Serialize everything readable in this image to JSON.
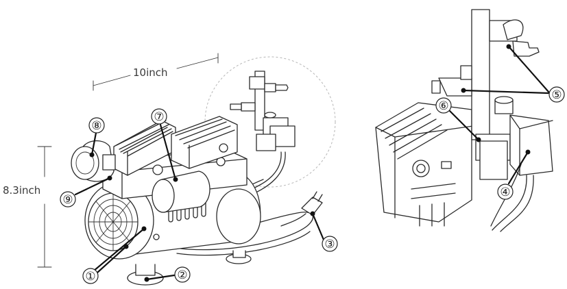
{
  "dimensions": {
    "width_label": "10inch",
    "height_label": "8.3inch"
  },
  "callouts": [
    {
      "id": "1",
      "label": "①"
    },
    {
      "id": "2",
      "label": "②"
    },
    {
      "id": "3",
      "label": "③"
    },
    {
      "id": "4",
      "label": "④"
    },
    {
      "id": "5",
      "label": "⑤"
    },
    {
      "id": "6",
      "label": "⑥"
    },
    {
      "id": "7",
      "label": "⑦"
    },
    {
      "id": "8",
      "label": "⑧"
    },
    {
      "id": "9",
      "label": "⑨"
    }
  ],
  "colors": {
    "line": "#2a2a2a",
    "background": "#ffffff",
    "detail_circle": "#b5b5b5"
  }
}
